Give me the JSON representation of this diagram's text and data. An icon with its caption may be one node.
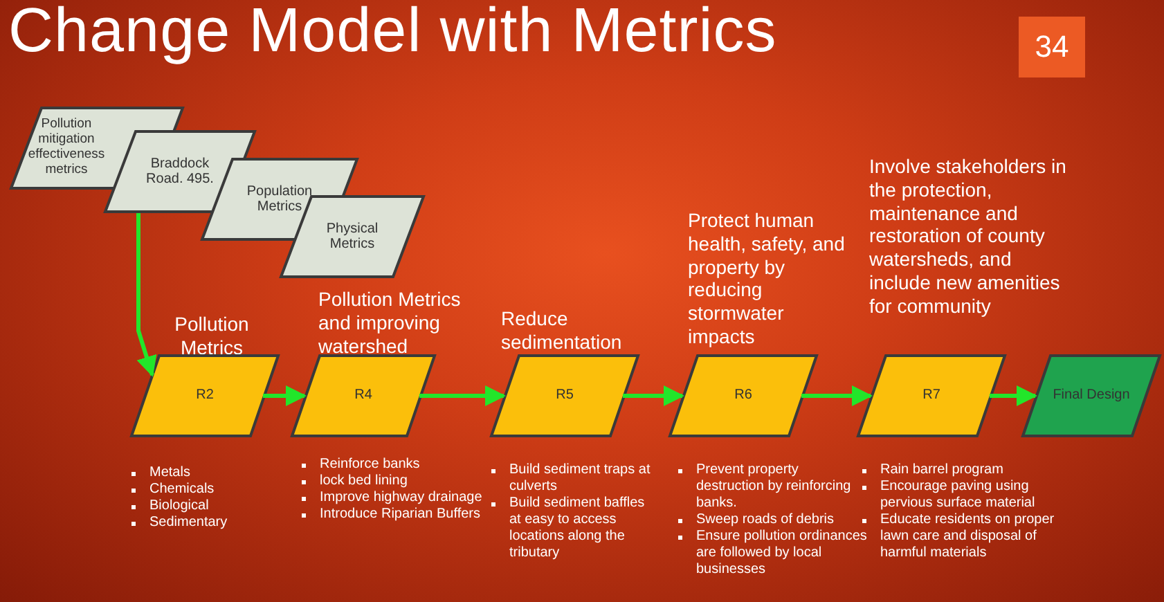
{
  "diagram": {
    "title": "Change Model with Metrics",
    "nodes": [
      {
        "text": [
          "Pollution mitigation effectiveness metrics"
        ]
      },
      {
        "text": [
          "Braddock Road. 495."
        ]
      },
      {
        "text": [
          "Population Metrics"
        ]
      },
      {
        "text": [
          "Physical Metrics"
        ]
      },
      {
        "text": [
          "R2"
        ],
        "beside": [
          "Pollution Metrics",
          "Metals",
          "Chemicals",
          "Biological",
          "Sedimentary"
        ]
      },
      {
        "text": [
          "R4"
        ],
        "beside": [
          "Pollution Metrics and improving watershed",
          "Reinforce banks",
          "lock bed lining",
          "Improve highway drainage",
          "Introduce Riparian Buffers"
        ]
      },
      {
        "text": [
          "R5"
        ],
        "beside": [
          "Reduce sedimentation",
          "Build sediment traps at culverts",
          "Build sediment baffles at easy to access locations along the tributary"
        ]
      },
      {
        "text": [
          "R6"
        ],
        "beside": [
          "Protect human health, safety, and property by reducing stormwater impacts",
          "Prevent property destruction by reinforcing banks.",
          "Sweep roads of debris",
          "Ensure pollution ordinances are followed by local businesses"
        ]
      },
      {
        "text": [
          "R7"
        ],
        "beside": [
          "Involve stakeholders in the protection, maintenance and restoration of county watersheds, and include new amenities for community",
          "Rain barrel program",
          "Encourage paving using pervious surface material",
          "Educate residents on proper lawn care and disposal of harmful materials"
        ]
      },
      {
        "text": [
          "Final Design"
        ]
      }
    ],
    "edges": [
      {
        "from": 1,
        "to": 4,
        "arrow": "to"
      },
      {
        "from": 4,
        "to": 5,
        "arrow": "to"
      },
      {
        "from": 5,
        "to": 6,
        "arrow": "to"
      },
      {
        "from": 6,
        "to": 7,
        "arrow": "to"
      },
      {
        "from": 7,
        "to": 8,
        "arrow": "to"
      },
      {
        "from": 8,
        "to": 9,
        "arrow": "to"
      }
    ],
    "labels": [
      "34"
    ]
  }
}
